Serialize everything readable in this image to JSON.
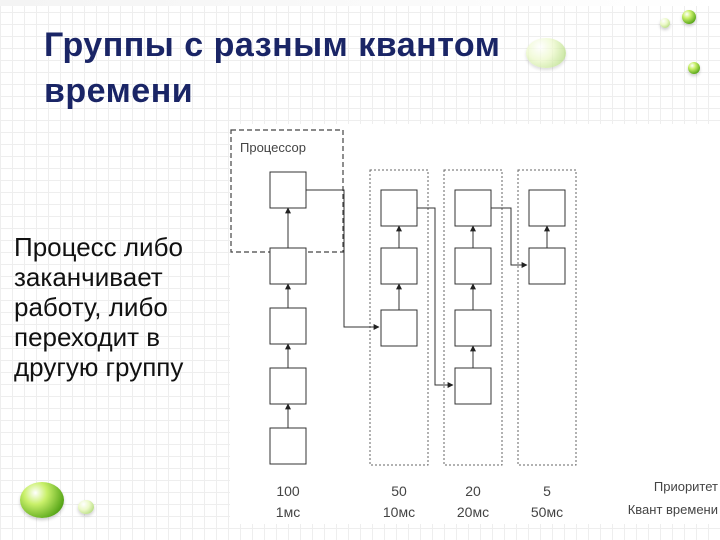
{
  "slide": {
    "title_line1": "Группы с разным квантом",
    "title_line2": "времени",
    "body_lines": [
      "Процесс либо",
      "заканчивает",
      "работу, либо",
      "переходит в",
      "другую группу"
    ]
  },
  "diagram": {
    "processor_label": "Процессор",
    "priority_label": "Приоритет",
    "quantum_label": "Квант времени",
    "groups": [
      {
        "priority": "100",
        "quantum": "1мс"
      },
      {
        "priority": "50",
        "quantum": "10мс"
      },
      {
        "priority": "20",
        "quantum": "20мс"
      },
      {
        "priority": "5",
        "quantum": "50мс"
      }
    ]
  },
  "colors": {
    "title": "#1a2566",
    "accent_green": "#5aa81a",
    "diagram_lines": "#333333"
  }
}
